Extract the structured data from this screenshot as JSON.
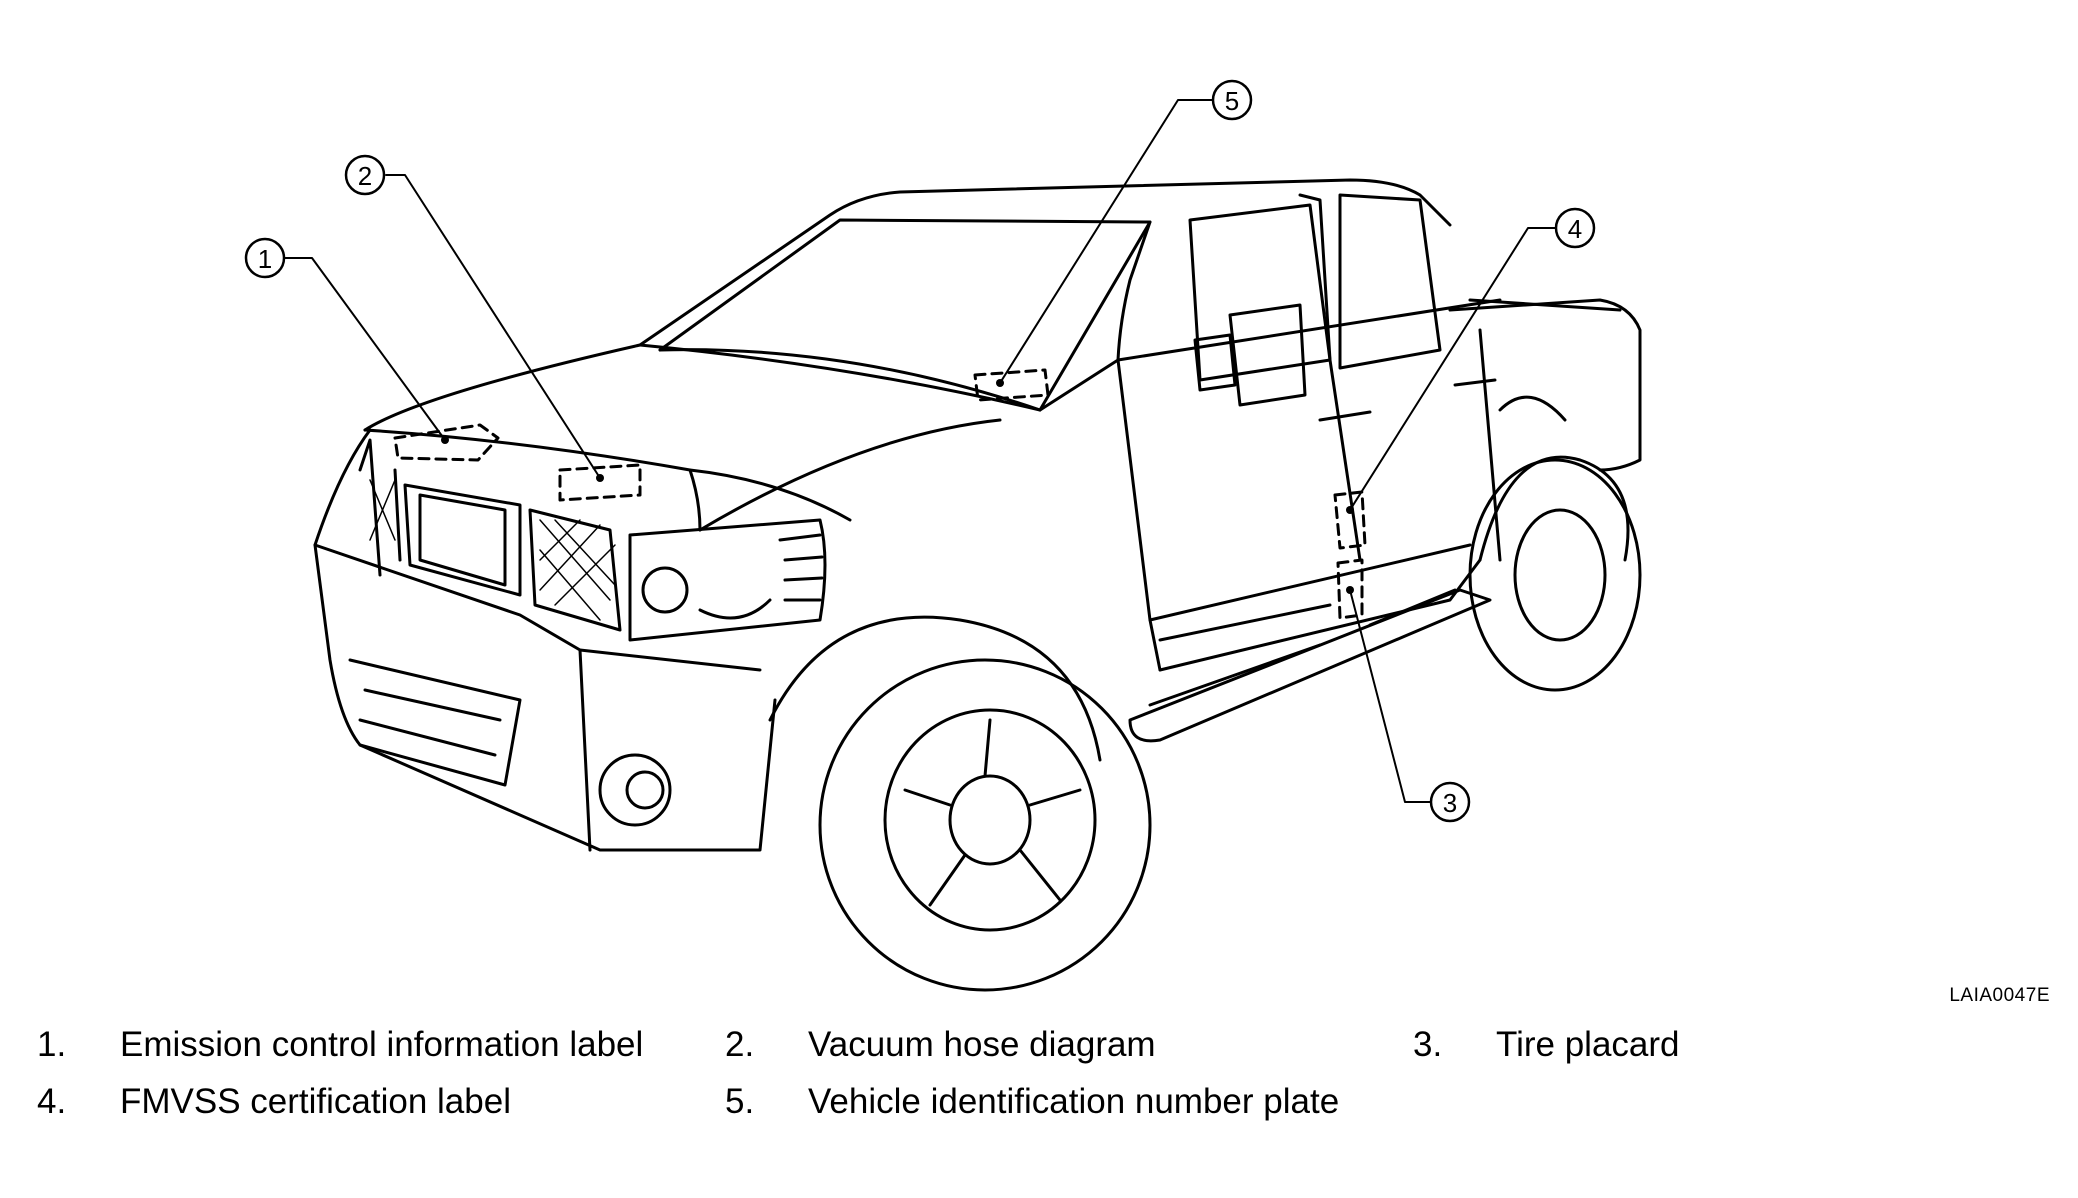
{
  "figure": {
    "code": "LAIA0047E",
    "callouts": [
      "1",
      "2",
      "3",
      "4",
      "5"
    ]
  },
  "legend": [
    {
      "number": "1.",
      "label": "Emission control information label"
    },
    {
      "number": "2.",
      "label": "Vacuum hose diagram"
    },
    {
      "number": "3.",
      "label": "Tire placard"
    },
    {
      "number": "4.",
      "label": "FMVSS certification label"
    },
    {
      "number": "5.",
      "label": "Vehicle identification number plate"
    }
  ]
}
